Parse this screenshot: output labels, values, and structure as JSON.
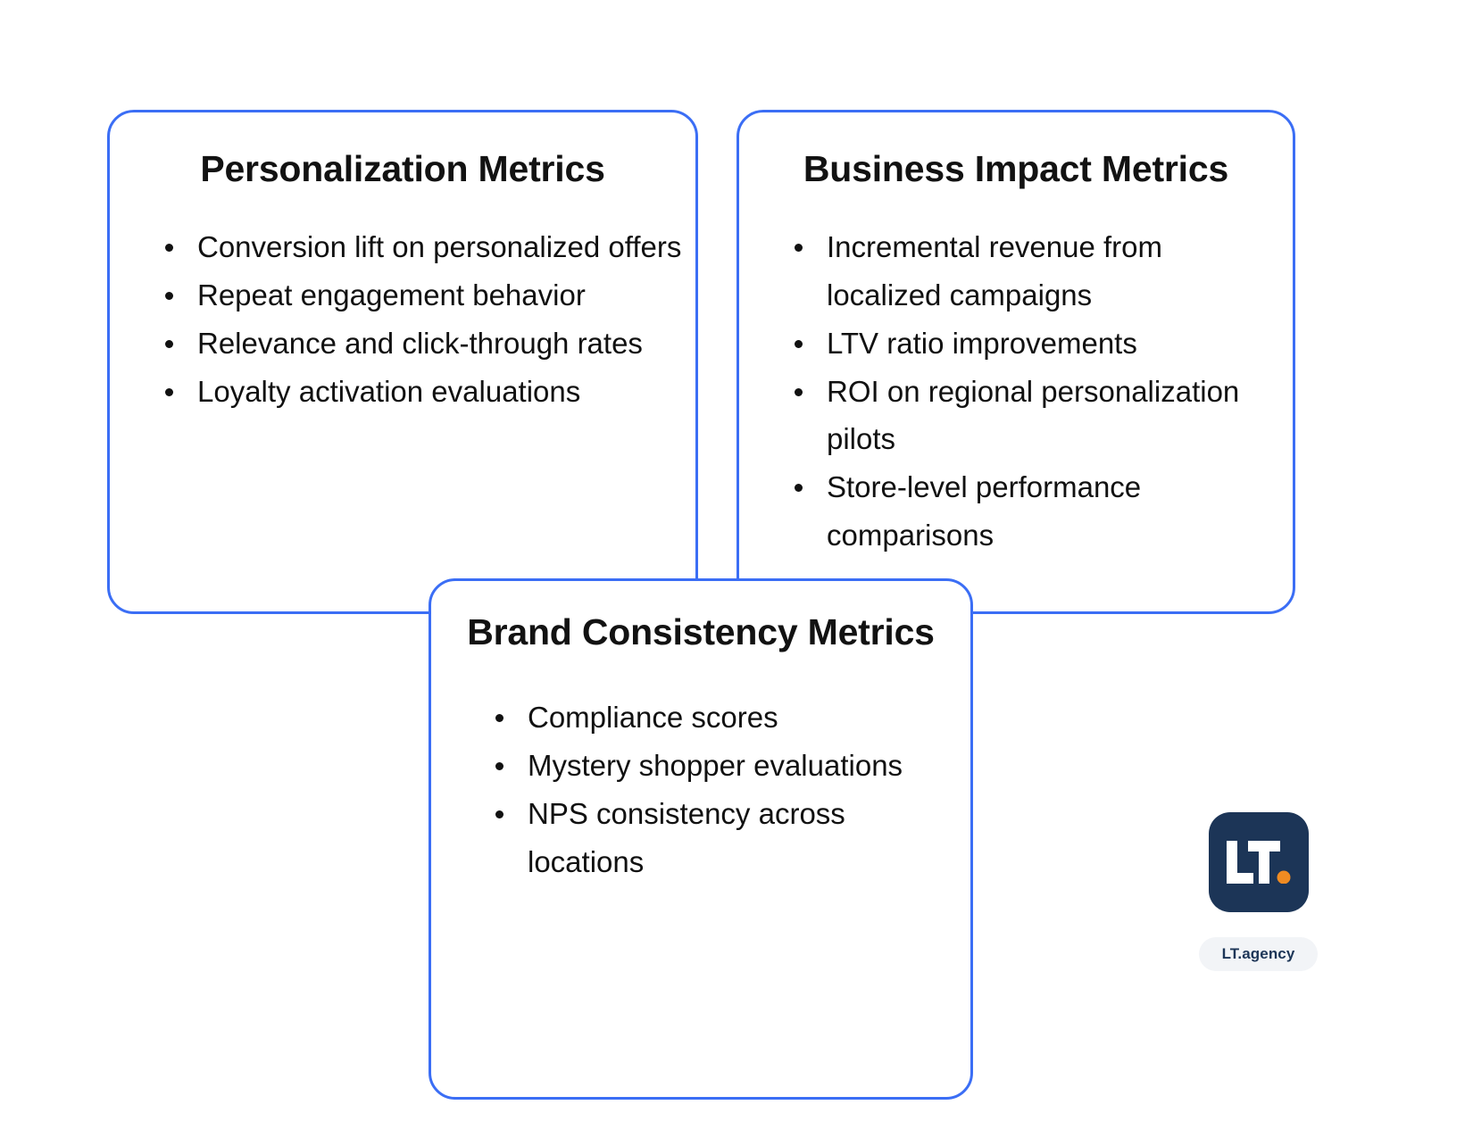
{
  "colors": {
    "card_border": "#3b6ef5",
    "text": "#111111",
    "background": "#ffffff",
    "brand_navy": "#1c3557",
    "brand_orange": "#ef8b22",
    "pill_background": "#f2f4f7"
  },
  "cards": [
    {
      "id": "personalization-metrics",
      "title": "Personalization Metrics",
      "bullets": [
        "Conversion lift on personalized offers",
        "Repeat engagement behavior",
        "Relevance and click-through rates",
        "Loyalty activation evaluations"
      ]
    },
    {
      "id": "business-impact-metrics",
      "title": "Business Impact Metrics",
      "bullets": [
        "Incremental revenue from localized campaigns",
        "LTV ratio improvements",
        "ROI on regional personalization pilots",
        "Store-level performance comparisons"
      ]
    },
    {
      "id": "brand-consistency-metrics",
      "title": "Brand Consistency Metrics",
      "bullets": [
        "Compliance scores",
        "Mystery shopper evaluations",
        "NPS consistency across locations"
      ]
    }
  ],
  "logo": {
    "mark_text": "LT",
    "dot": ".",
    "caption": "LT.agency"
  }
}
